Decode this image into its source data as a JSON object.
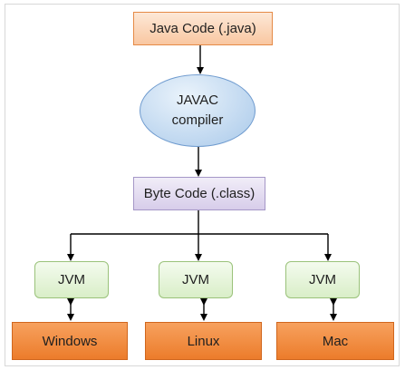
{
  "diagram": {
    "source": "Java Code (.java)",
    "compiler_line1": "JAVAC",
    "compiler_line2": "compiler",
    "bytecode": "Byte Code (.class)",
    "jvm_nodes": [
      "JVM",
      "JVM",
      "JVM"
    ],
    "platforms": [
      "Windows",
      "Linux",
      "Mac"
    ]
  },
  "colors": {
    "source_fill": "#fbd3b4",
    "compiler_fill": "#bdd6ef",
    "bytecode_fill": "#e0d8ee",
    "jvm_fill": "#e2f2d4",
    "platform_fill": "#f28d3f",
    "connector": "#000000"
  }
}
